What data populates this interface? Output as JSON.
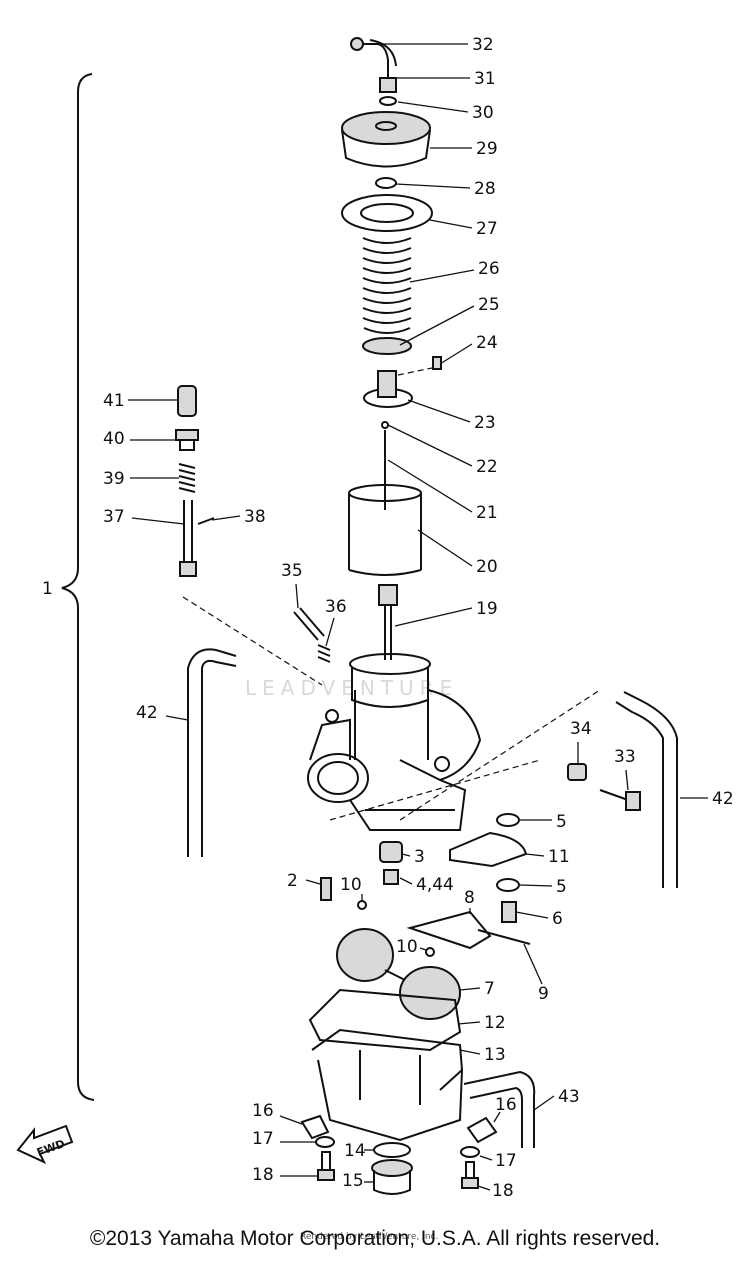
{
  "diagram": {
    "callouts": [
      {
        "id": "c32",
        "label": "32"
      },
      {
        "id": "c31",
        "label": "31"
      },
      {
        "id": "c30",
        "label": "30"
      },
      {
        "id": "c29",
        "label": "29"
      },
      {
        "id": "c28",
        "label": "28"
      },
      {
        "id": "c27",
        "label": "27"
      },
      {
        "id": "c26",
        "label": "26"
      },
      {
        "id": "c25",
        "label": "25"
      },
      {
        "id": "c24",
        "label": "24"
      },
      {
        "id": "c23",
        "label": "23"
      },
      {
        "id": "c22",
        "label": "22"
      },
      {
        "id": "c21",
        "label": "21"
      },
      {
        "id": "c20",
        "label": "20"
      },
      {
        "id": "c19",
        "label": "19"
      },
      {
        "id": "c41",
        "label": "41"
      },
      {
        "id": "c40",
        "label": "40"
      },
      {
        "id": "c39",
        "label": "39"
      },
      {
        "id": "c37",
        "label": "37"
      },
      {
        "id": "c38",
        "label": "38"
      },
      {
        "id": "c35",
        "label": "35"
      },
      {
        "id": "c36",
        "label": "36"
      },
      {
        "id": "c1",
        "label": "1"
      },
      {
        "id": "c42a",
        "label": "42"
      },
      {
        "id": "c42b",
        "label": "42"
      },
      {
        "id": "c34",
        "label": "34"
      },
      {
        "id": "c33",
        "label": "33"
      },
      {
        "id": "c5a",
        "label": "5"
      },
      {
        "id": "c3",
        "label": "3"
      },
      {
        "id": "c11",
        "label": "11"
      },
      {
        "id": "c2",
        "label": "2"
      },
      {
        "id": "c10a",
        "label": "10"
      },
      {
        "id": "c444",
        "label": "4,44"
      },
      {
        "id": "c5b",
        "label": "5"
      },
      {
        "id": "c8",
        "label": "8"
      },
      {
        "id": "c6",
        "label": "6"
      },
      {
        "id": "c10b",
        "label": "10"
      },
      {
        "id": "c9",
        "label": "9"
      },
      {
        "id": "c7",
        "label": "7"
      },
      {
        "id": "c12",
        "label": "12"
      },
      {
        "id": "c13",
        "label": "13"
      },
      {
        "id": "c43",
        "label": "43"
      },
      {
        "id": "c16a",
        "label": "16"
      },
      {
        "id": "c16b",
        "label": "16"
      },
      {
        "id": "c17a",
        "label": "17"
      },
      {
        "id": "c14",
        "label": "14"
      },
      {
        "id": "c17b",
        "label": "17"
      },
      {
        "id": "c18a",
        "label": "18"
      },
      {
        "id": "c15",
        "label": "15"
      },
      {
        "id": "c18b",
        "label": "18"
      }
    ],
    "fwd_label": "FWD",
    "brand_watermark": "LEADVENTURE",
    "small_watermark": "Rendered by LeadVenture, Inc."
  },
  "footer": {
    "copyright": "©2013 Yamaha Motor Corporation, U.S.A. All rights reserved."
  }
}
